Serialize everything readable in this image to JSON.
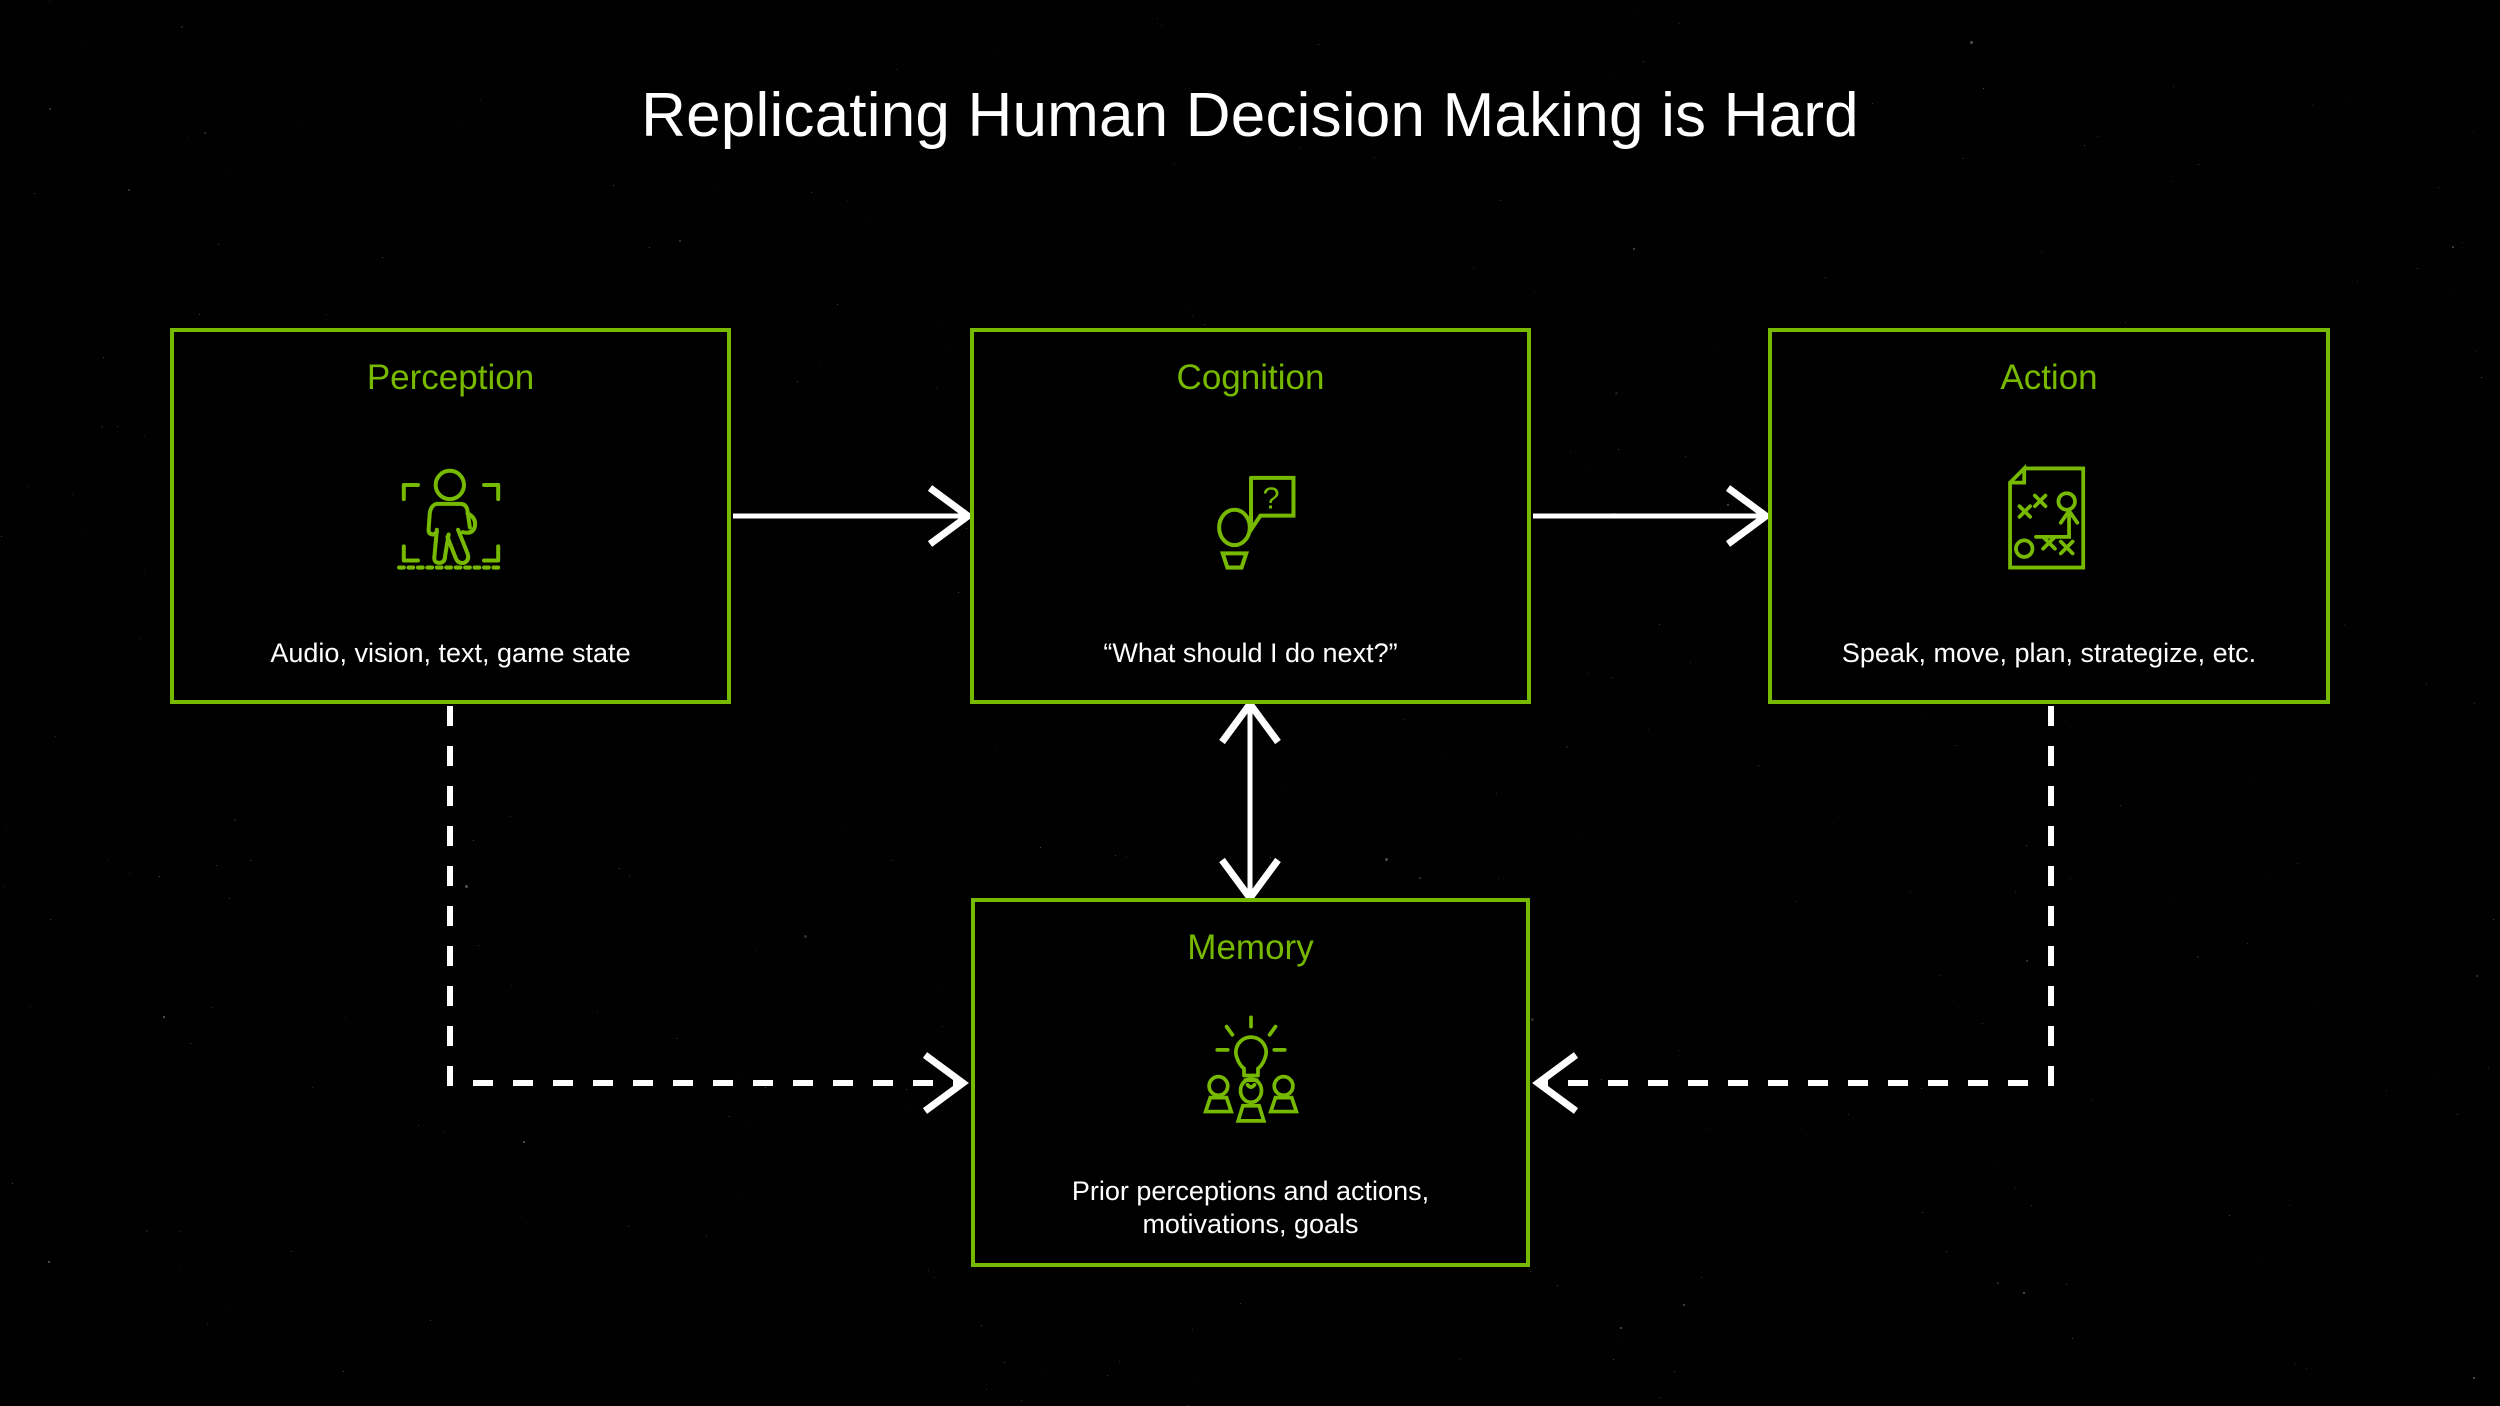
{
  "page": {
    "title": "Replicating Human Decision Making is Hard",
    "background_color": "#000000",
    "accent_color": "#76b900",
    "text_color": "#ffffff"
  },
  "nodes": {
    "perception": {
      "title": "Perception",
      "caption": "Audio, vision, text, game state",
      "icon": "person-in-viewfinder-icon"
    },
    "cognition": {
      "title": "Cognition",
      "caption": "“What should I do next?”",
      "icon": "person-with-question-speech-bubble-icon",
      "bubble_glyph": "?"
    },
    "action": {
      "title": "Action",
      "caption": "Speak, move, plan, strategize, etc.",
      "icon": "strategy-playbook-document-icon"
    },
    "memory": {
      "title": "Memory",
      "caption": "Prior perceptions and actions,\nmotivations, goals",
      "icon": "lightbulb-over-people-icon"
    }
  },
  "connectors": [
    {
      "name": "perception-to-cognition",
      "style": "solid",
      "direction": "right",
      "color": "#ffffff"
    },
    {
      "name": "cognition-to-action",
      "style": "solid",
      "direction": "right",
      "color": "#ffffff"
    },
    {
      "name": "cognition-memory-bidirectional",
      "style": "solid",
      "direction": "both",
      "color": "#ffffff"
    },
    {
      "name": "perception-to-memory",
      "style": "dashed",
      "direction": "right",
      "color": "#ffffff"
    },
    {
      "name": "action-to-memory",
      "style": "dashed",
      "direction": "left",
      "color": "#ffffff"
    }
  ]
}
